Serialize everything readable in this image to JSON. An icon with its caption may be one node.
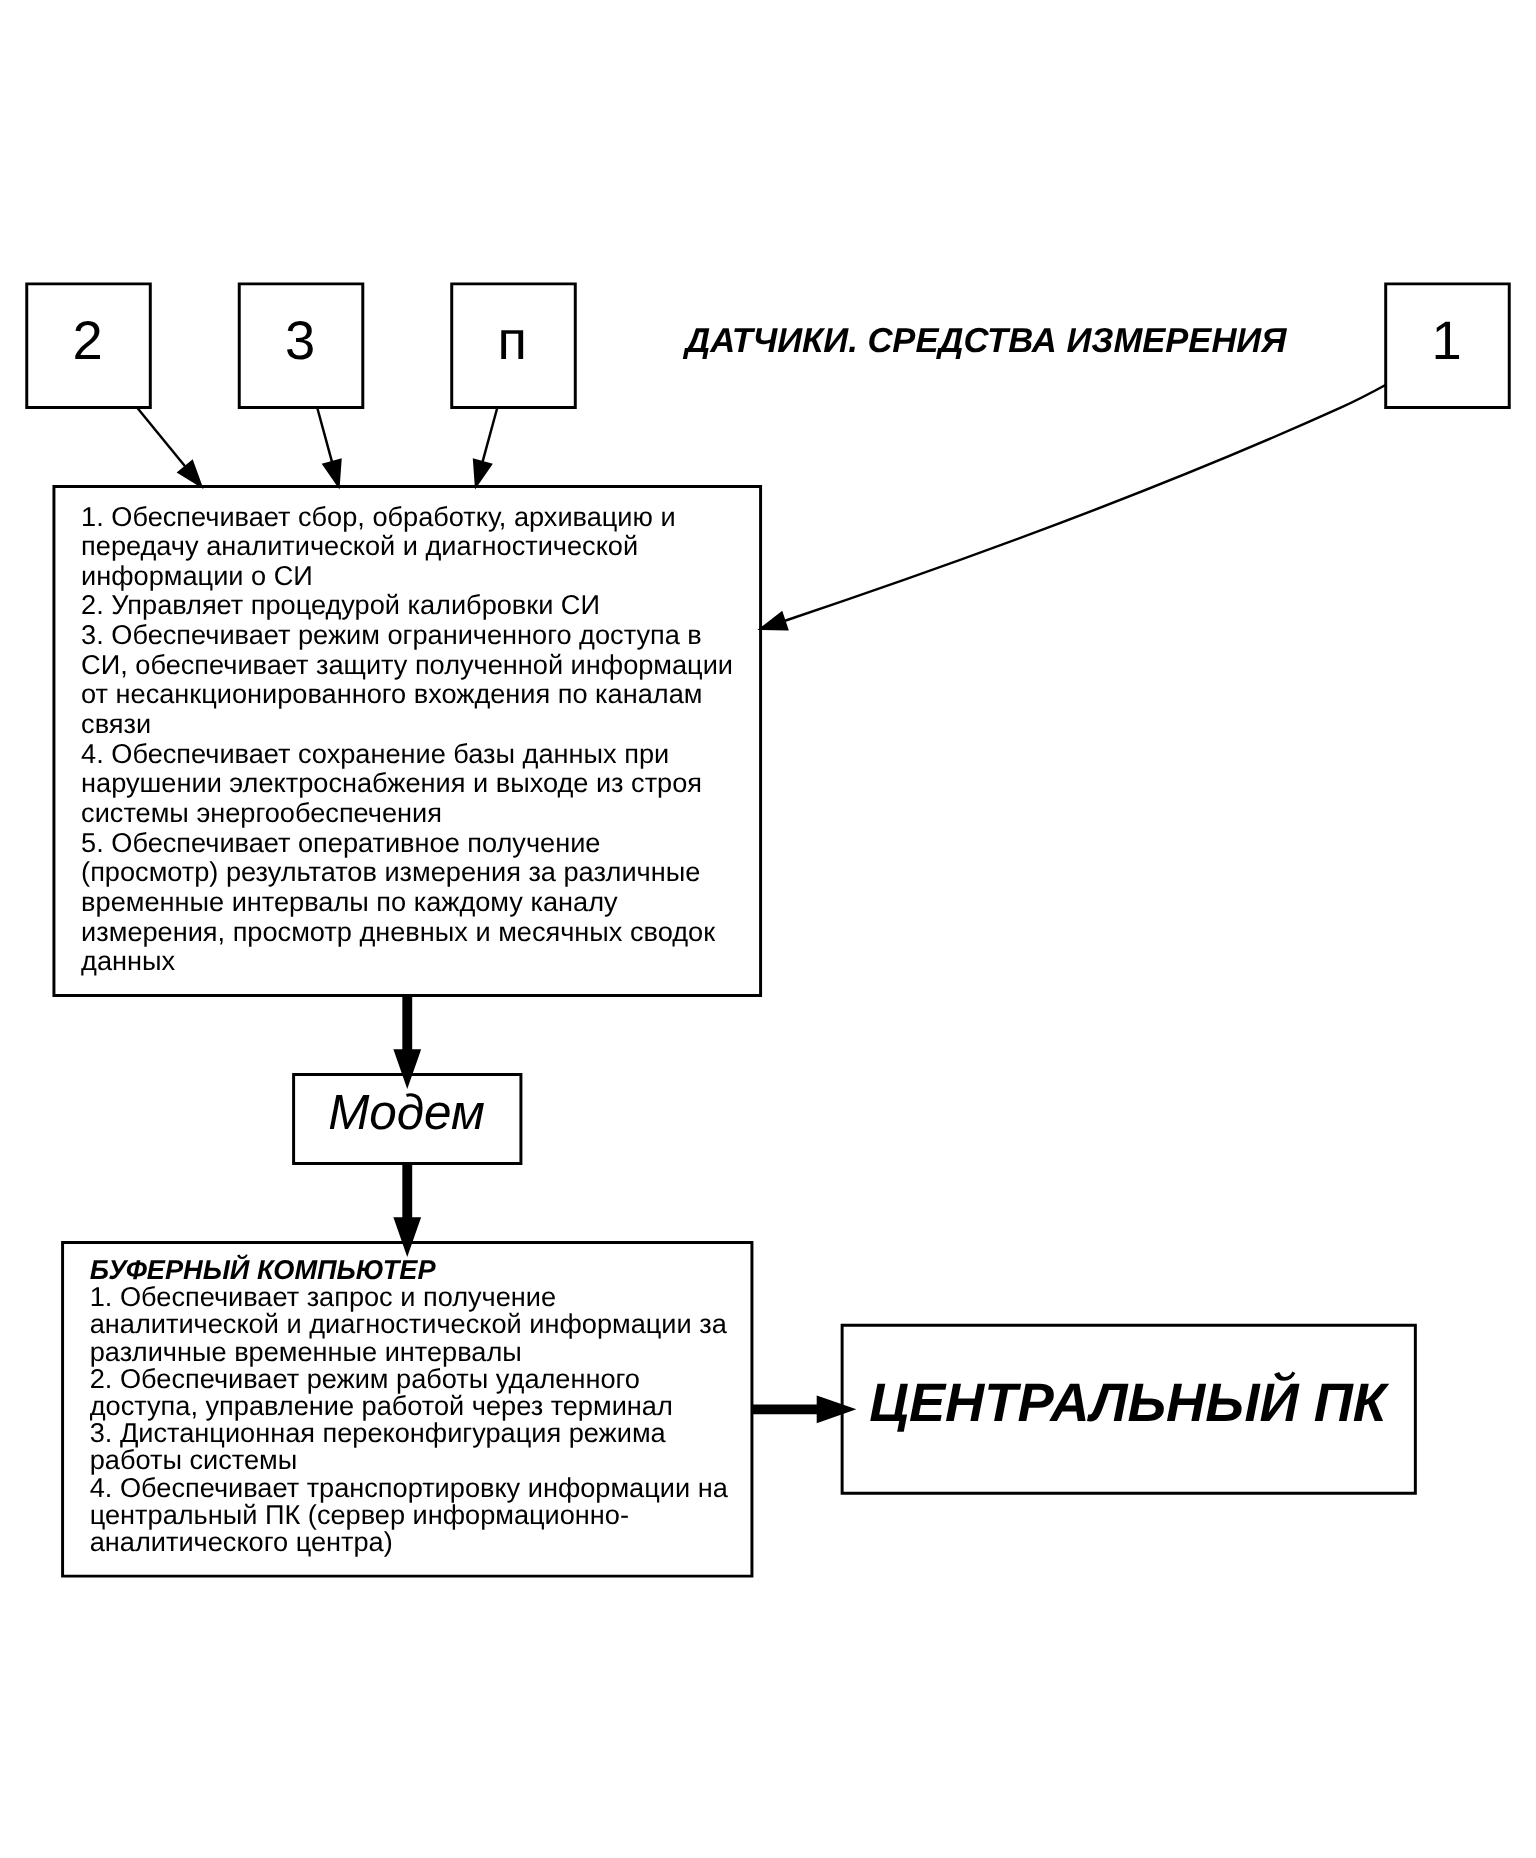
{
  "diagram": {
    "nodes": [
      {
        "text": [
          "1"
        ]
      },
      {
        "text": [
          "2"
        ]
      },
      {
        "text": [
          "3"
        ]
      },
      {
        "text": [
          "п"
        ]
      },
      {
        "text": [
          "1. Обеспечивает сбор, обработку, архивацию и передачу аналитической и диагностической информации о СИ",
          "2. Управляет процедурой калибровки СИ",
          "3. Обеспечивает режим ограниченного доступа в СИ, обеспечивает защиту полученной информации от несанкционированного вхождения по каналам связи",
          "4. Обеспечивает сохранение базы данных при нарушении электроснабжения и выходе из строя системы энергообеспечения",
          "5. Обеспечивает оперативное получение (просмотр) результатов измерения за различные временные интервалы по каждому каналу измерения, просмотр дневных и месячных сводок данных"
        ]
      },
      {
        "text": [
          "Модем"
        ]
      },
      {
        "text": [
          "БУФЕРНЫЙ КОМПЬЮТЕР",
          "1. Обеспечивает запрос и получение аналитической и диагностической информации за различные временные интервалы",
          "2. Обеспечивает режим работы удаленного доступа, управление работой через терминал",
          "3. Дистанционная переконфигурация режима работы системы",
          "4. Обеспечивает транспортировку информации на центральный ПК (сервер информационно-аналитического центра)"
        ]
      },
      {
        "text": [
          "ЦЕНТРАЛЬНЫЙ ПК"
        ]
      }
    ],
    "edges": [
      {
        "from": 0,
        "to": 4,
        "arrow": "to"
      },
      {
        "from": 1,
        "to": 4,
        "arrow": "to"
      },
      {
        "from": 2,
        "to": 4,
        "arrow": "to"
      },
      {
        "from": 3,
        "to": 4,
        "arrow": "to"
      },
      {
        "from": 4,
        "to": 5,
        "arrow": "to",
        "style": "thick"
      },
      {
        "from": 5,
        "to": 6,
        "arrow": "to",
        "style": "thick"
      },
      {
        "from": 6,
        "to": 7,
        "arrow": "to",
        "style": "thick"
      }
    ],
    "labels": [
      "ДАТЧИКИ. СРЕДСТВА ИЗМЕРЕНИЯ"
    ]
  }
}
